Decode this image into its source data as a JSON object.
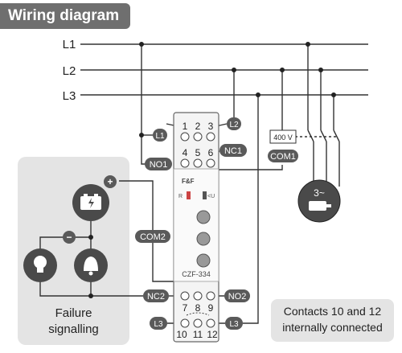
{
  "title": "Wiring diagram",
  "phases": [
    "L1",
    "L2",
    "L3"
  ],
  "terminals": {
    "top_row": [
      "1",
      "2",
      "3"
    ],
    "second_row": [
      "4",
      "5",
      "6"
    ],
    "third_row": [
      "7",
      "8",
      "9"
    ],
    "bottom_row": [
      "10",
      "11",
      "12"
    ]
  },
  "tags": {
    "l1": "L1",
    "l2": "L2",
    "nc1": "NC1",
    "no1": "NO1",
    "com1": "COM1",
    "com2": "COM2",
    "nc2": "NC2",
    "no2": "NO2",
    "l3_left": "L3",
    "l3_right": "L3"
  },
  "contactor_coil": "400 V",
  "motor_label": "3~",
  "device": {
    "brand": "F&F",
    "model": "CZF-334",
    "led_r": "R",
    "led_u": "<U"
  },
  "failure_box": {
    "line1": "Failure",
    "line2": "signalling"
  },
  "battery_polarity": {
    "plus": "+",
    "minus": "−"
  },
  "note": {
    "line1": "Contacts 10 and 12",
    "line2": "internally connected"
  },
  "colors": {
    "wire": "#333333",
    "tag_bg": "#5a5a5a",
    "tag_text": "#ffffff",
    "panel": "#e4e4e4",
    "title_bg": "#6f6f6f",
    "icon_circle": "#4a4a4a"
  }
}
